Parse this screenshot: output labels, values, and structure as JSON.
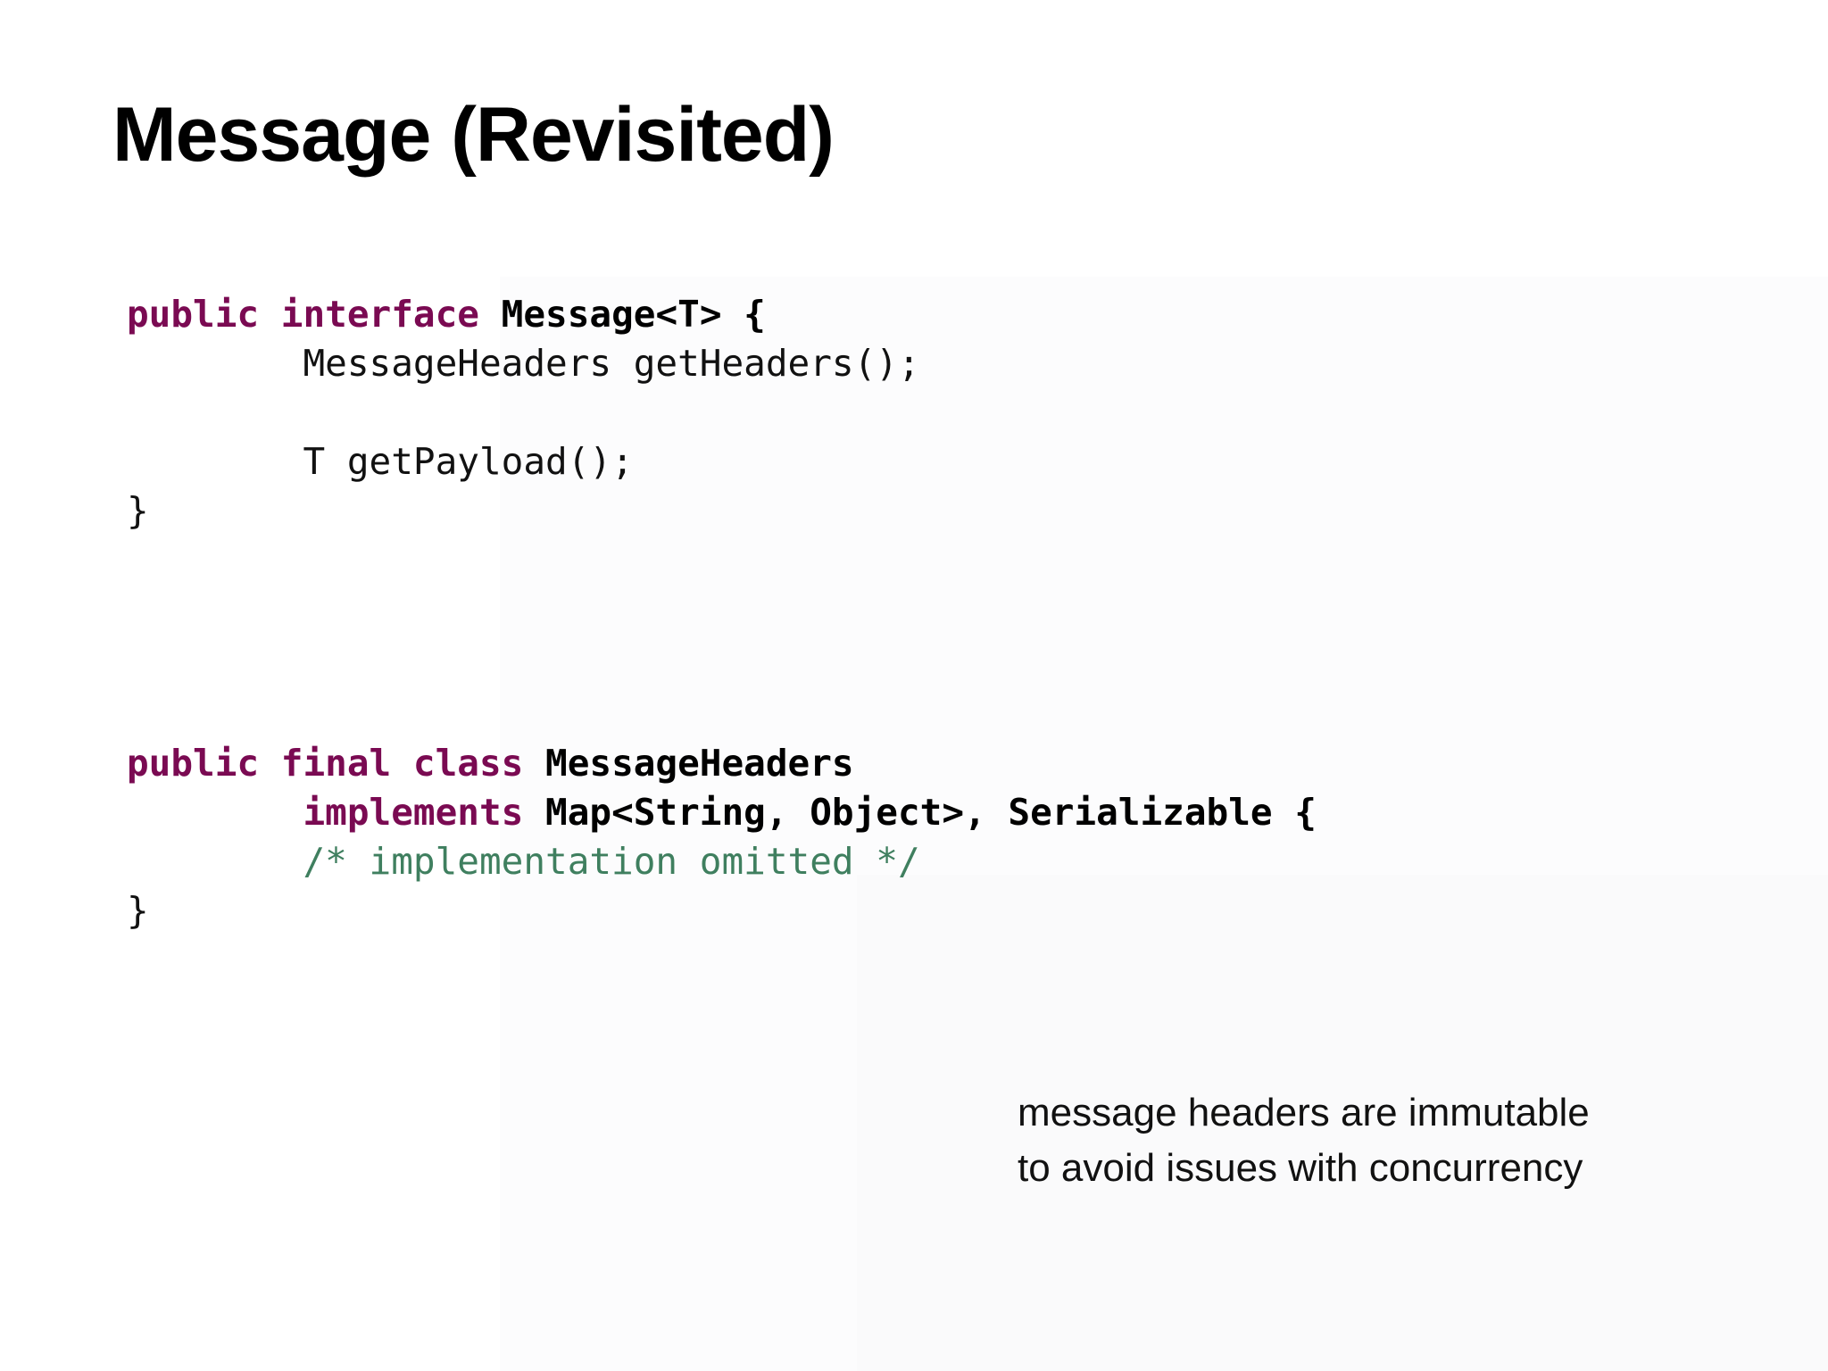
{
  "slide": {
    "title": "Message (Revisited)"
  },
  "code_block_1": {
    "kw_public": "public",
    "kw_interface": "interface",
    "type_name": "Message<T> {",
    "line2": "MessageHeaders getHeaders();",
    "line4": "T getPayload();",
    "close": "}"
  },
  "code_block_2": {
    "kw_public": "public",
    "kw_final": "final",
    "kw_class": "class",
    "class_name": "MessageHeaders",
    "kw_implements": "implements",
    "implements_list": "Map<String, Object>, Serializable {",
    "comment": "/* implementation omitted */",
    "close": "}"
  },
  "note": {
    "line1": "message headers are immutable",
    "line2": "to avoid issues with concurrency"
  }
}
